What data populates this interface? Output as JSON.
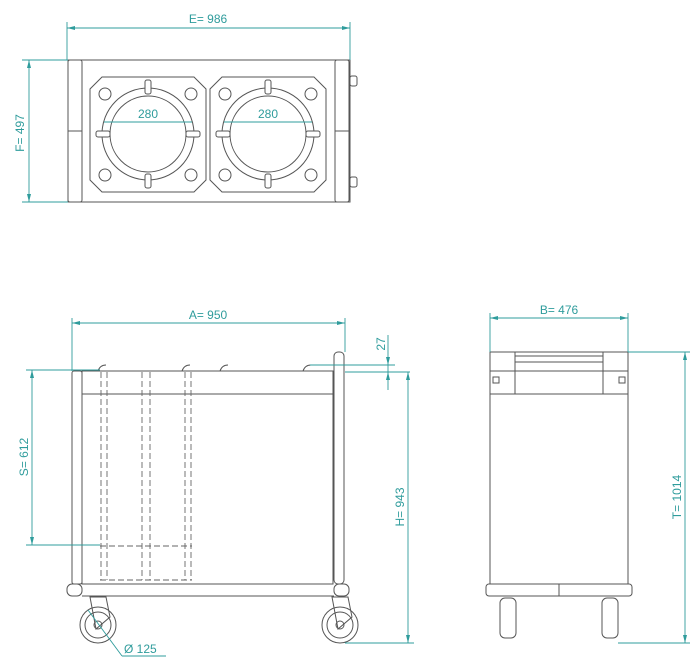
{
  "top_view": {
    "width_label": "E= 986",
    "depth_label": "F= 497",
    "tube_left_label": "280",
    "tube_right_label": "280"
  },
  "front_view": {
    "length_label": "A= 950",
    "offset_label": "27",
    "stack_label": "S= 612",
    "height_label": "H= 943",
    "wheel_label": "Ø 125"
  },
  "side_view": {
    "width_label": "B= 476",
    "total_height_label": "T= 1014"
  },
  "colors": {
    "dimension": "#2f9c9c",
    "outline": "#555555"
  }
}
